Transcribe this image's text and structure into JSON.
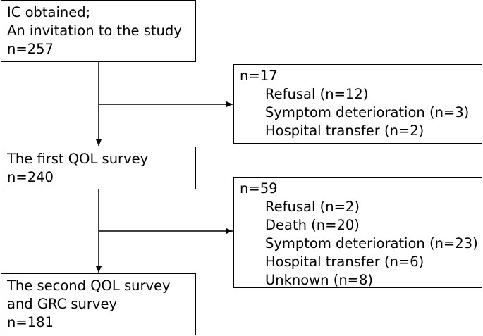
{
  "flow": {
    "stage_1": {
      "lines": [
        "IC obtained;",
        "An invitation to the study",
        "n=257"
      ]
    },
    "exclusion_1": {
      "total": "n=17",
      "reasons": [
        "Refusal (n=12)",
        "Symptom deterioration (n=3)",
        "Hospital transfer (n=2)"
      ]
    },
    "stage_2": {
      "lines": [
        "The first QOL survey",
        "n=240"
      ]
    },
    "exclusion_2": {
      "total": "n=59",
      "reasons": [
        "Refusal (n=2)",
        "Death (n=20)",
        "Symptom deterioration (n=23)",
        "Hospital transfer (n=6)",
        "Unknown (n=8)"
      ]
    },
    "stage_3": {
      "lines": [
        "The second QOL survey",
        "and GRC survey",
        "n=181"
      ]
    }
  },
  "colors": {
    "stroke": "#000000",
    "background": "#ffffff"
  }
}
